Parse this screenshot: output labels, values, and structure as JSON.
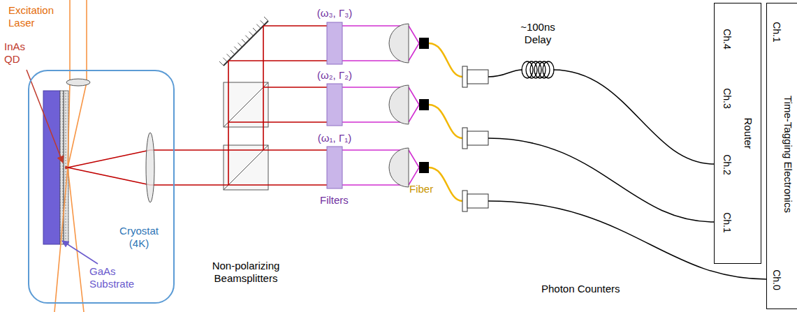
{
  "diagram": {
    "nodes": [
      {
        "text": [
          "Cryostat (4K)"
        ]
      },
      {
        "text": [
          "Ch.4",
          "Ch.3",
          "Ch.2",
          "Ch.1",
          "Router"
        ]
      },
      {
        "text": [
          "Ch.1",
          "Ch.0",
          "Time-Tagging Electronics"
        ]
      }
    ],
    "labels": [
      "Excitation Laser",
      "InAs QD",
      "GaAs Substrate",
      "Non-polarizing Beamsplitters",
      "(ω₃, Γ₃)",
      "(ω₂, Γ₂)",
      "(ω₁, Γ₁)",
      "Filters",
      "Fiber",
      "~100ns Delay",
      "Photon Counters"
    ]
  }
}
